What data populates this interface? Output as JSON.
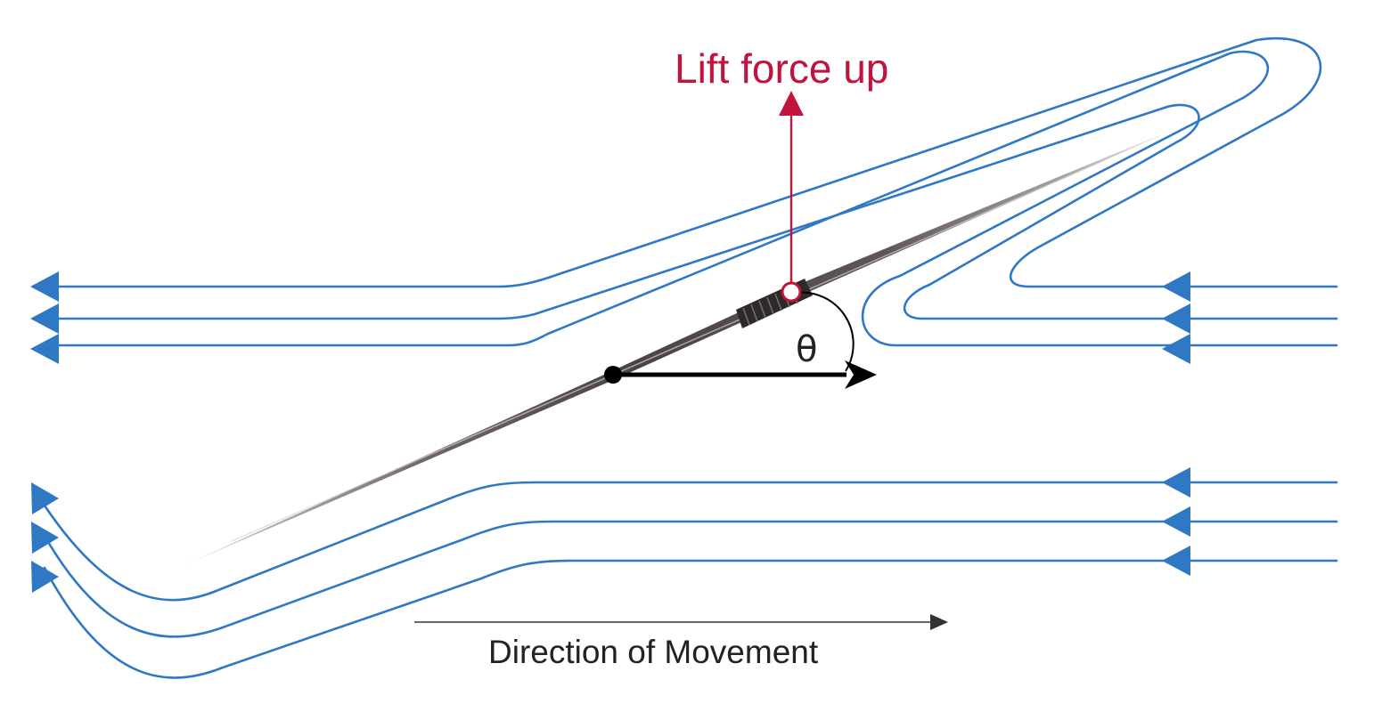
{
  "diagram": {
    "lift_label": "Lift force up",
    "angle_label": "θ",
    "direction_label": "Direction of Movement"
  },
  "colors": {
    "streamline": "#2f78c4",
    "lift": "#c0143c",
    "velocity": "#000000",
    "direction_arrow": "#333333",
    "text": "#222222"
  },
  "icons": {
    "javelin": "javelin-icon",
    "streamline_arrow": "triangle-arrow-icon"
  }
}
